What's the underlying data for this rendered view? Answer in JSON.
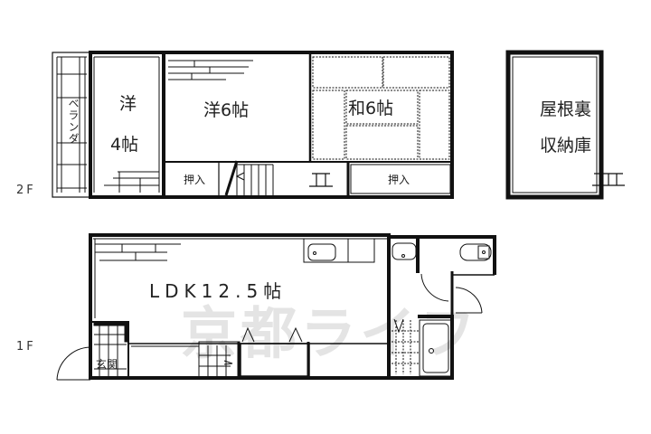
{
  "floors": {
    "second": {
      "label": "2F",
      "rooms": [
        {
          "name": "veranda",
          "label": "ベランダ"
        },
        {
          "name": "western-4",
          "label_top": "洋",
          "label_bottom": "4帖"
        },
        {
          "name": "western-6",
          "label": "洋6帖"
        },
        {
          "name": "japanese-6",
          "label": "和6帖"
        },
        {
          "name": "closet-left",
          "label": "押入"
        },
        {
          "name": "closet-right",
          "label": "押入"
        },
        {
          "name": "attic-storage",
          "label_top": "屋根裏",
          "label_bottom": "収納庫"
        }
      ]
    },
    "first": {
      "label": "1F",
      "rooms": [
        {
          "name": "ldk",
          "label": "LDK12.5帖"
        },
        {
          "name": "entrance",
          "label": "玄関"
        }
      ]
    }
  },
  "watermark": "京都ライフ"
}
